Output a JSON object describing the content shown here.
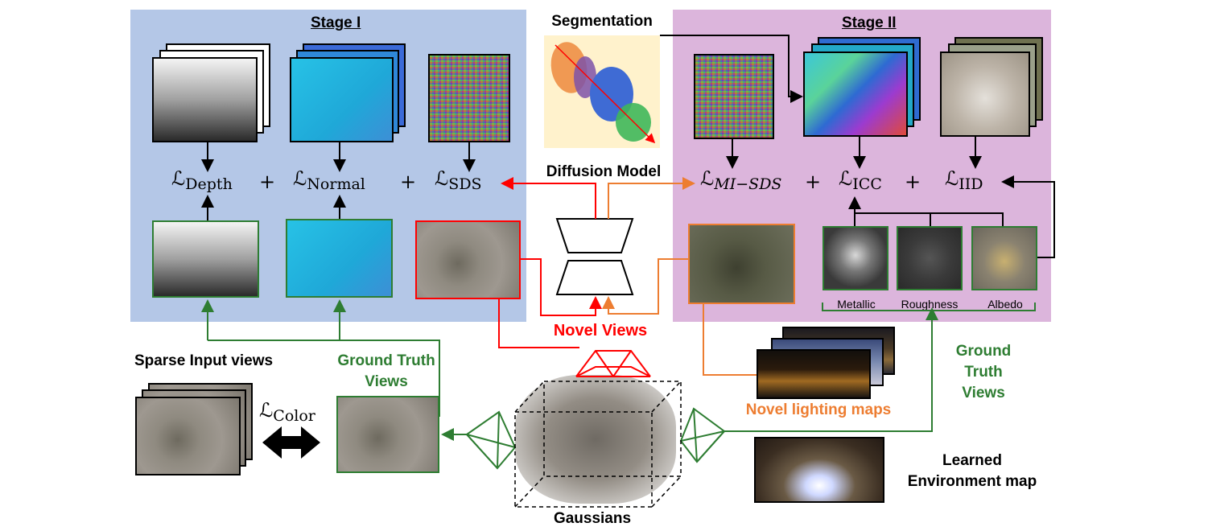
{
  "stage1": {
    "title": "Stage I"
  },
  "stage2": {
    "title": "Stage II"
  },
  "segmentation": {
    "title": "Segmentation"
  },
  "diffusion": {
    "label": "Diffusion Model"
  },
  "losses": {
    "depth": {
      "sym": "ℒ",
      "sub": "Depth"
    },
    "normal": {
      "sym": "ℒ",
      "sub": "Normal"
    },
    "sds": {
      "sym": "ℒ",
      "sub": "SDS"
    },
    "mi_sds": {
      "sym": "ℒ",
      "sub": "MI−SDS"
    },
    "icc": {
      "sym": "ℒ",
      "sub": "ICC"
    },
    "iid": {
      "sym": "ℒ",
      "sub": "IID"
    },
    "color": {
      "sym": "ℒ",
      "sub": "Color"
    },
    "plus": "+"
  },
  "materials": {
    "metallic": "Metallic",
    "roughness": "Roughness",
    "albedo": "Albedo"
  },
  "labels": {
    "novel_views": "Novel Views",
    "sparse_input_line1": "Sparse Input views",
    "gt_line1": "Ground Truth",
    "gt_line2": "Views",
    "gt2_line1": "Ground",
    "gt2_line2": "Truth",
    "gt2_line3": "Views",
    "novel_lighting": "Novel lighting maps",
    "learned_line1": "Learned",
    "learned_line2": "Environment map",
    "gaussians": "Gaussians"
  },
  "colors": {
    "green": "#2e7d32",
    "red": "#ff0000",
    "orange": "#ed7d31",
    "blue_panel": "#b4c7e7",
    "pink_panel": "#dcb5dc",
    "seg_bg": "#fff2cc"
  }
}
